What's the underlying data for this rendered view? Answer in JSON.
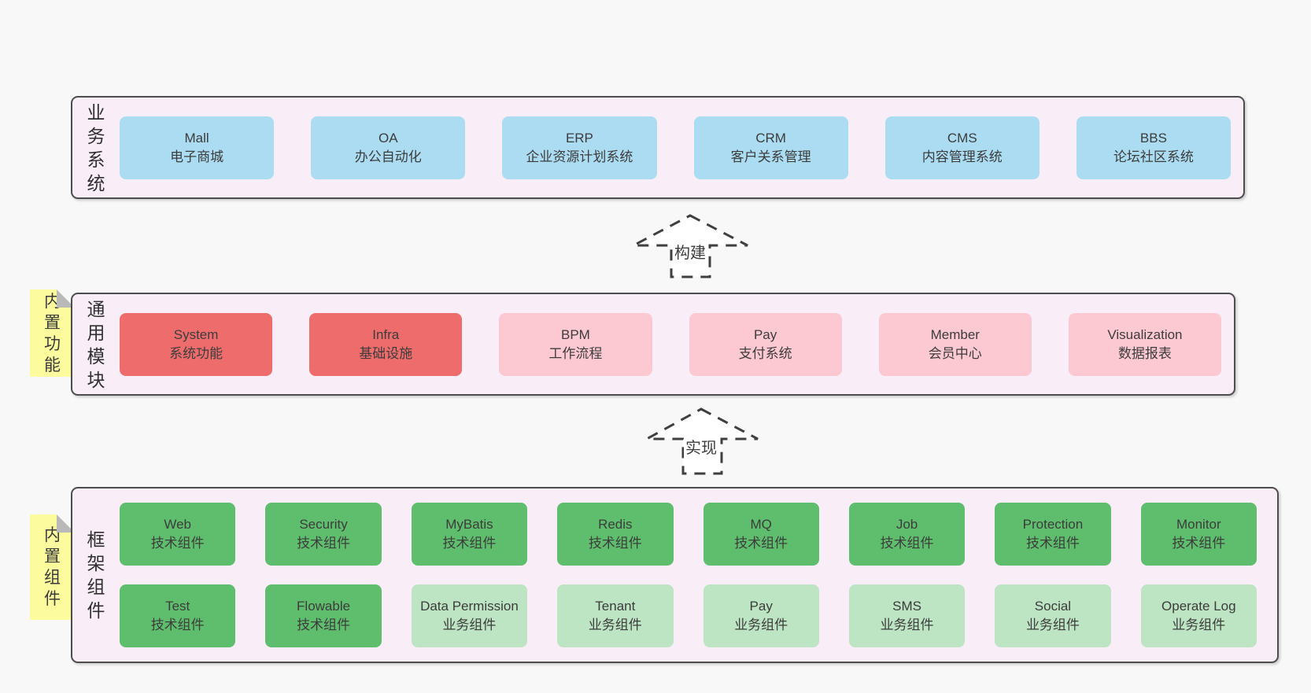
{
  "colors": {
    "page_bg": "#f8f8f8",
    "panel_bg": "#f9eef8",
    "panel_border": "#4d4d4d",
    "blue": "#abdcf2",
    "red": "#ef6c6c",
    "pink": "#fcc9d3",
    "green": "#5fbe6d",
    "light_green": "#bde4c3",
    "note_yellow": "#fcfc9e",
    "note_fold": "#b9b9b9",
    "text": "#3c3c3c"
  },
  "layers": [
    {
      "label": "业务系统",
      "rows": [
        [
          {
            "name": "Mall",
            "desc": "电子商城",
            "variant": "blue"
          },
          {
            "name": "OA",
            "desc": "办公自动化",
            "variant": "blue"
          },
          {
            "name": "ERP",
            "desc": "企业资源计划系统",
            "variant": "blue"
          },
          {
            "name": "CRM",
            "desc": "客户关系管理",
            "variant": "blue"
          },
          {
            "name": "CMS",
            "desc": "内容管理系统",
            "variant": "blue"
          },
          {
            "name": "BBS",
            "desc": "论坛社区系统",
            "variant": "blue"
          }
        ]
      ]
    },
    {
      "label": "通用模块",
      "note": "内置功能",
      "rows": [
        [
          {
            "name": "System",
            "desc": "系统功能",
            "variant": "red"
          },
          {
            "name": "Infra",
            "desc": "基础设施",
            "variant": "red"
          },
          {
            "name": "BPM",
            "desc": "工作流程",
            "variant": "pink"
          },
          {
            "name": "Pay",
            "desc": "支付系统",
            "variant": "pink"
          },
          {
            "name": "Member",
            "desc": "会员中心",
            "variant": "pink"
          },
          {
            "name": "Visualization",
            "desc": "数据报表",
            "variant": "pink"
          }
        ]
      ]
    },
    {
      "label": "框架组件",
      "note": "内置组件",
      "rows": [
        [
          {
            "name": "Web",
            "desc": "技术组件",
            "variant": "green"
          },
          {
            "name": "Security",
            "desc": "技术组件",
            "variant": "green"
          },
          {
            "name": "MyBatis",
            "desc": "技术组件",
            "variant": "green"
          },
          {
            "name": "Redis",
            "desc": "技术组件",
            "variant": "green"
          },
          {
            "name": "MQ",
            "desc": "技术组件",
            "variant": "green"
          },
          {
            "name": "Job",
            "desc": "技术组件",
            "variant": "green"
          },
          {
            "name": "Protection",
            "desc": "技术组件",
            "variant": "green"
          },
          {
            "name": "Monitor",
            "desc": "技术组件",
            "variant": "green"
          }
        ],
        [
          {
            "name": "Test",
            "desc": "技术组件",
            "variant": "green"
          },
          {
            "name": "Flowable",
            "desc": "技术组件",
            "variant": "green"
          },
          {
            "name": "Data Permission",
            "desc": "业务组件",
            "variant": "lightgreen"
          },
          {
            "name": "Tenant",
            "desc": "业务组件",
            "variant": "lightgreen"
          },
          {
            "name": "Pay",
            "desc": "业务组件",
            "variant": "lightgreen"
          },
          {
            "name": "SMS",
            "desc": "业务组件",
            "variant": "lightgreen"
          },
          {
            "name": "Social",
            "desc": "业务组件",
            "variant": "lightgreen"
          },
          {
            "name": "Operate Log",
            "desc": "业务组件",
            "variant": "lightgreen"
          }
        ]
      ]
    }
  ],
  "arrows": [
    {
      "label": "构建"
    },
    {
      "label": "实现"
    }
  ]
}
